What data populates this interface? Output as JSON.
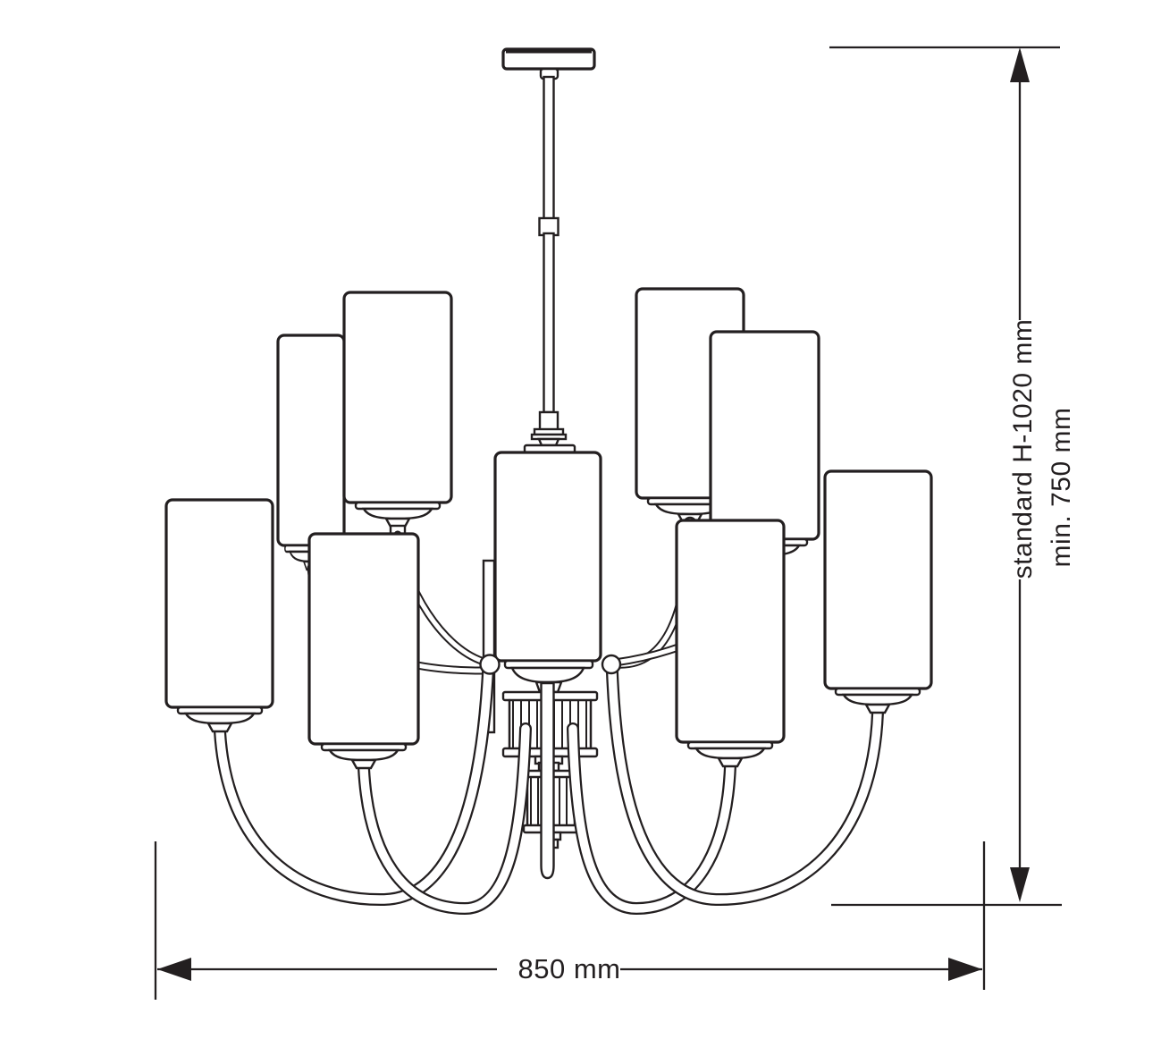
{
  "palette": {
    "background": "#ffffff",
    "ink": "#231f20"
  },
  "figure": {
    "kind": "technical line drawing",
    "subject": "nine-shade two-tier chandelier, front elevation with overall dimensions"
  },
  "dimensions": {
    "height_standard_label": "standard H-1020 mm",
    "height_min_label": "min. 750 mm",
    "width_label": "850 mm",
    "unit": "mm",
    "height_standard_value": 1020,
    "height_min_value": 750,
    "width_value": 850
  }
}
